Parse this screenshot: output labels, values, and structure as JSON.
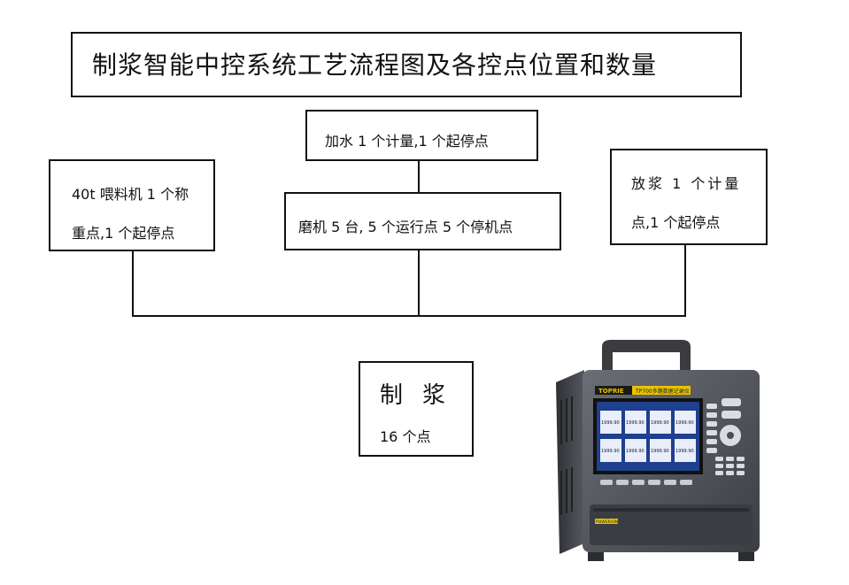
{
  "diagram": {
    "title": "制浆智能中控系统工艺流程图及各控点位置和数量",
    "water_node": "加水 1 个计量,1 个起停点",
    "feeder_node_line1": "40t 喂料机 1 个称",
    "feeder_node_line2": "重点,1 个起停点",
    "mill_node": "磨机 5 台, 5 个运行点 5 个停机点",
    "release_node_line1": "放浆 1 个计量",
    "release_node_line2": "点,1 个起停点",
    "pulp_node_title": "制浆",
    "pulp_node_count": "16 个点"
  },
  "device": {
    "brand": "TOPRIE",
    "model": "TP700多路数据记录仪",
    "screen_readings": [
      "1999.90",
      "1999.90",
      "1999.90",
      "1999.90",
      "1999.90",
      "1999.90",
      "1999.90",
      "1999.90"
    ],
    "power_label": "POWER/ON",
    "colors": {
      "body": "#4a4d52",
      "screen": "#1f3f8f",
      "brand_strip": "#e8c400"
    }
  }
}
